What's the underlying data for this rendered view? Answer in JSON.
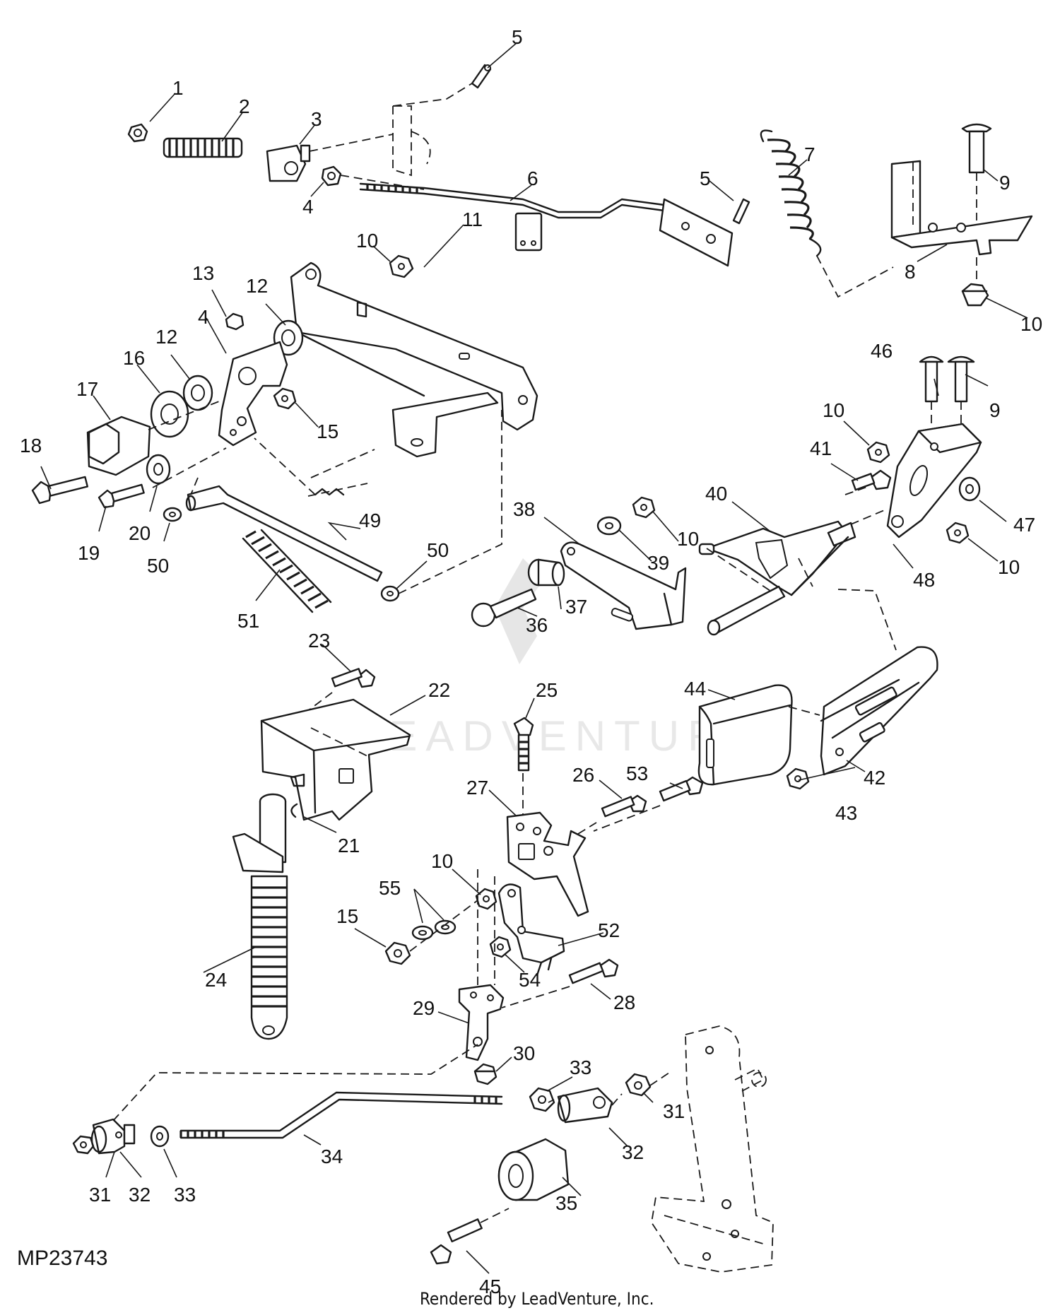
{
  "diagram": {
    "figure_id": "MP23743",
    "footer": "Rendered by LeadVenture, Inc.",
    "watermark": "LEADVENTURE",
    "callouts": [
      {
        "id": "c1",
        "text": "1"
      },
      {
        "id": "c2",
        "text": "2"
      },
      {
        "id": "c3",
        "text": "3"
      },
      {
        "id": "c4a",
        "text": "4"
      },
      {
        "id": "c4b",
        "text": "4"
      },
      {
        "id": "c5a",
        "text": "5"
      },
      {
        "id": "c5b",
        "text": "5"
      },
      {
        "id": "c6",
        "text": "6"
      },
      {
        "id": "c7",
        "text": "7"
      },
      {
        "id": "c8",
        "text": "8"
      },
      {
        "id": "c9a",
        "text": "9"
      },
      {
        "id": "c9b",
        "text": "9"
      },
      {
        "id": "c10a",
        "text": "10"
      },
      {
        "id": "c10b",
        "text": "10"
      },
      {
        "id": "c10c",
        "text": "10"
      },
      {
        "id": "c10d",
        "text": "10"
      },
      {
        "id": "c10e",
        "text": "10"
      },
      {
        "id": "c10f",
        "text": "10"
      },
      {
        "id": "c11",
        "text": "11"
      },
      {
        "id": "c12a",
        "text": "12"
      },
      {
        "id": "c12b",
        "text": "12"
      },
      {
        "id": "c13",
        "text": "13"
      },
      {
        "id": "c15a",
        "text": "15"
      },
      {
        "id": "c15b",
        "text": "15"
      },
      {
        "id": "c16",
        "text": "16"
      },
      {
        "id": "c17",
        "text": "17"
      },
      {
        "id": "c18",
        "text": "18"
      },
      {
        "id": "c19",
        "text": "19"
      },
      {
        "id": "c20",
        "text": "20"
      },
      {
        "id": "c21",
        "text": "21"
      },
      {
        "id": "c22",
        "text": "22"
      },
      {
        "id": "c23",
        "text": "23"
      },
      {
        "id": "c24",
        "text": "24"
      },
      {
        "id": "c25",
        "text": "25"
      },
      {
        "id": "c26",
        "text": "26"
      },
      {
        "id": "c27",
        "text": "27"
      },
      {
        "id": "c28",
        "text": "28"
      },
      {
        "id": "c29",
        "text": "29"
      },
      {
        "id": "c30",
        "text": "30"
      },
      {
        "id": "c31a",
        "text": "31"
      },
      {
        "id": "c31b",
        "text": "31"
      },
      {
        "id": "c32a",
        "text": "32"
      },
      {
        "id": "c32b",
        "text": "32"
      },
      {
        "id": "c33a",
        "text": "33"
      },
      {
        "id": "c33b",
        "text": "33"
      },
      {
        "id": "c34",
        "text": "34"
      },
      {
        "id": "c35",
        "text": "35"
      },
      {
        "id": "c36",
        "text": "36"
      },
      {
        "id": "c37",
        "text": "37"
      },
      {
        "id": "c38",
        "text": "38"
      },
      {
        "id": "c39",
        "text": "39"
      },
      {
        "id": "c40",
        "text": "40"
      },
      {
        "id": "c41",
        "text": "41"
      },
      {
        "id": "c42",
        "text": "42"
      },
      {
        "id": "c43",
        "text": "43"
      },
      {
        "id": "c44",
        "text": "44"
      },
      {
        "id": "c45",
        "text": "45"
      },
      {
        "id": "c46",
        "text": "46"
      },
      {
        "id": "c47",
        "text": "47"
      },
      {
        "id": "c48",
        "text": "48"
      },
      {
        "id": "c49",
        "text": "49"
      },
      {
        "id": "c50a",
        "text": "50"
      },
      {
        "id": "c50b",
        "text": "50"
      },
      {
        "id": "c51",
        "text": "51"
      },
      {
        "id": "c52",
        "text": "52"
      },
      {
        "id": "c53",
        "text": "53"
      },
      {
        "id": "c54",
        "text": "54"
      },
      {
        "id": "c55",
        "text": "55"
      }
    ]
  }
}
